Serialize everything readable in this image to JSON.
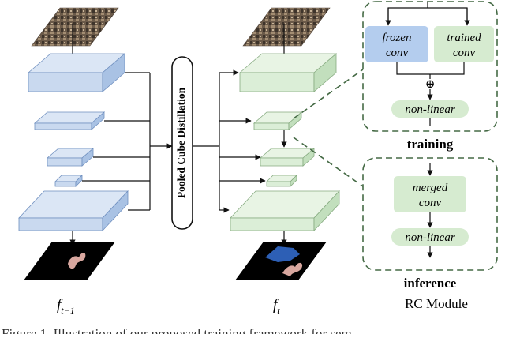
{
  "left_frame": {
    "label": "f",
    "subscript": "t−1"
  },
  "right_frame": {
    "label": "f",
    "subscript": "t"
  },
  "distillation_label": "Pooled Cube Distillation",
  "rc_module": {
    "caption": "RC Module",
    "training": {
      "title": "training",
      "frozen_line1": "frozen",
      "frozen_line2": "conv",
      "trained_line1": "trained",
      "trained_line2": "conv",
      "plus": "⊕",
      "nonlinear": "non-linear"
    },
    "inference": {
      "title": "inference",
      "merged_line1": "merged",
      "merged_line2": "conv",
      "nonlinear": "non-linear"
    }
  },
  "figure_caption": "Figure 1. Illustration of our proposed training framework for sem",
  "colors": {
    "blue_layer": "#c9d9ef",
    "green_layer": "#dbeed7",
    "frozen_box": "#b4cdee",
    "green_box": "#d6ebd0",
    "dash": "#456a45"
  }
}
